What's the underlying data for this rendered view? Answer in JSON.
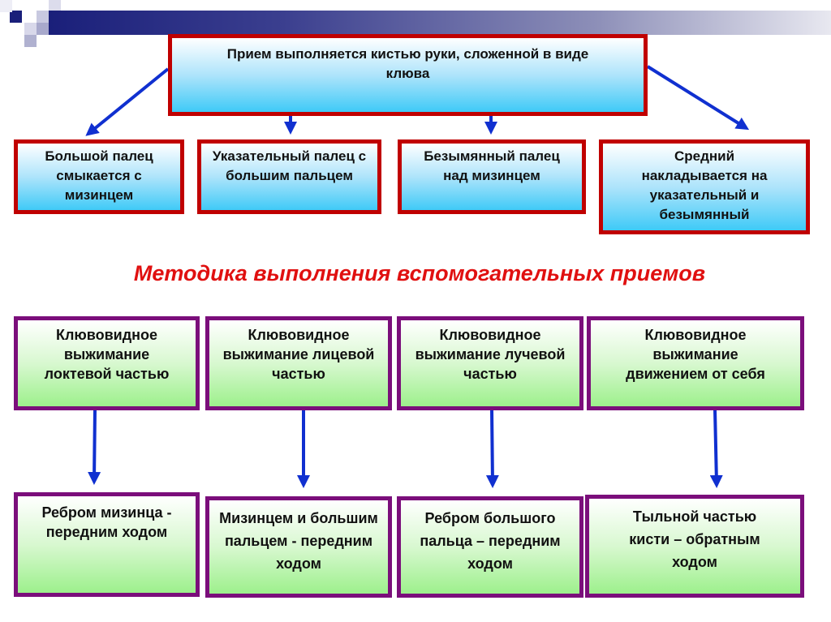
{
  "top_box": "Прием выполняется кистью руки, сложенной в виде клюва",
  "fingers": [
    "Большой палец смыкается с мизинцем",
    "Указательный палец с большим пальцем",
    "Безымянный палец над мизинцем",
    "Средний накладывается на указательный и безымянный"
  ],
  "title": "Методика выполнения вспомогательных приемов",
  "techniques": [
    "Клювовидное выжимание локтевой частью",
    "Клювовидное выжимание лицевой частью",
    "Клювовидное выжимание лучевой частью",
    "Клювовидное выжимание движением от себя"
  ],
  "results": [
    "Ребром мизинца - передним ходом",
    "Мизинцем и большим пальцем - передним ходом",
    "Ребром большого пальца – передним ходом",
    "Тыльной частью кисти – обратным ходом"
  ],
  "colors": {
    "red_border": "#c00000",
    "purple_border": "#7b0e7b",
    "arrow": "#1030d0",
    "title": "#e01010"
  }
}
